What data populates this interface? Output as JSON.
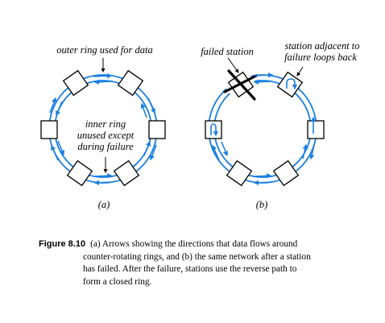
{
  "figure": {
    "left": {
      "label_outer": "outer ring used for data",
      "label_inner": [
        "inner ring",
        "unused except",
        "during failure"
      ],
      "subcaption": "(a)"
    },
    "right": {
      "label_failed": "failed station",
      "label_adjacent": [
        "station adjacent to",
        "failure loops back"
      ],
      "subcaption": "(b)"
    }
  },
  "caption": {
    "figure_label": "Figure 8.10",
    "lines": [
      "(a) Arrows showing the directions that data flows around",
      "counter-rotating rings, and (b) the same network after a station",
      "has failed.  After the failure, stations use the reverse path to",
      "form a closed ring."
    ]
  },
  "colors": {
    "ring": "#1a7fe0",
    "station": "#000000"
  }
}
